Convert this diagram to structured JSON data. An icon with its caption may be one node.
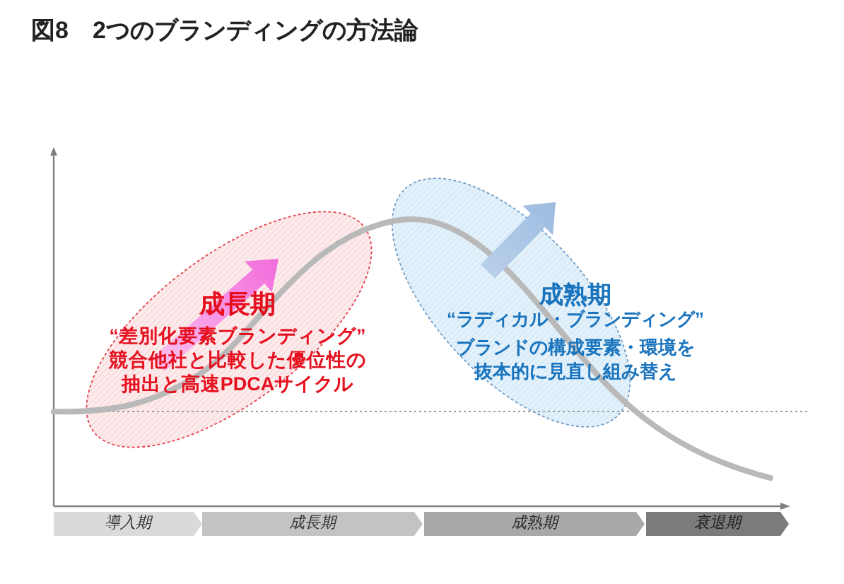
{
  "diagram": {
    "title": "図8　2つのブランディングの方法論",
    "nodes": [
      {
        "text": [
          "成長期",
          "“差別化要素ブランディング”",
          "競合他社と比較した優位性の抽出と高速PDCAサイクル"
        ]
      },
      {
        "text": [
          "成熟期",
          "“ラディカル・ブランディング”",
          "ブランドの構成要素・環境を抜本的に見直し組み替え"
        ]
      },
      {
        "text": [
          "導入期"
        ]
      },
      {
        "text": [
          "成長期"
        ]
      },
      {
        "text": [
          "成熟期"
        ]
      },
      {
        "text": [
          "衰退期"
        ]
      }
    ]
  }
}
